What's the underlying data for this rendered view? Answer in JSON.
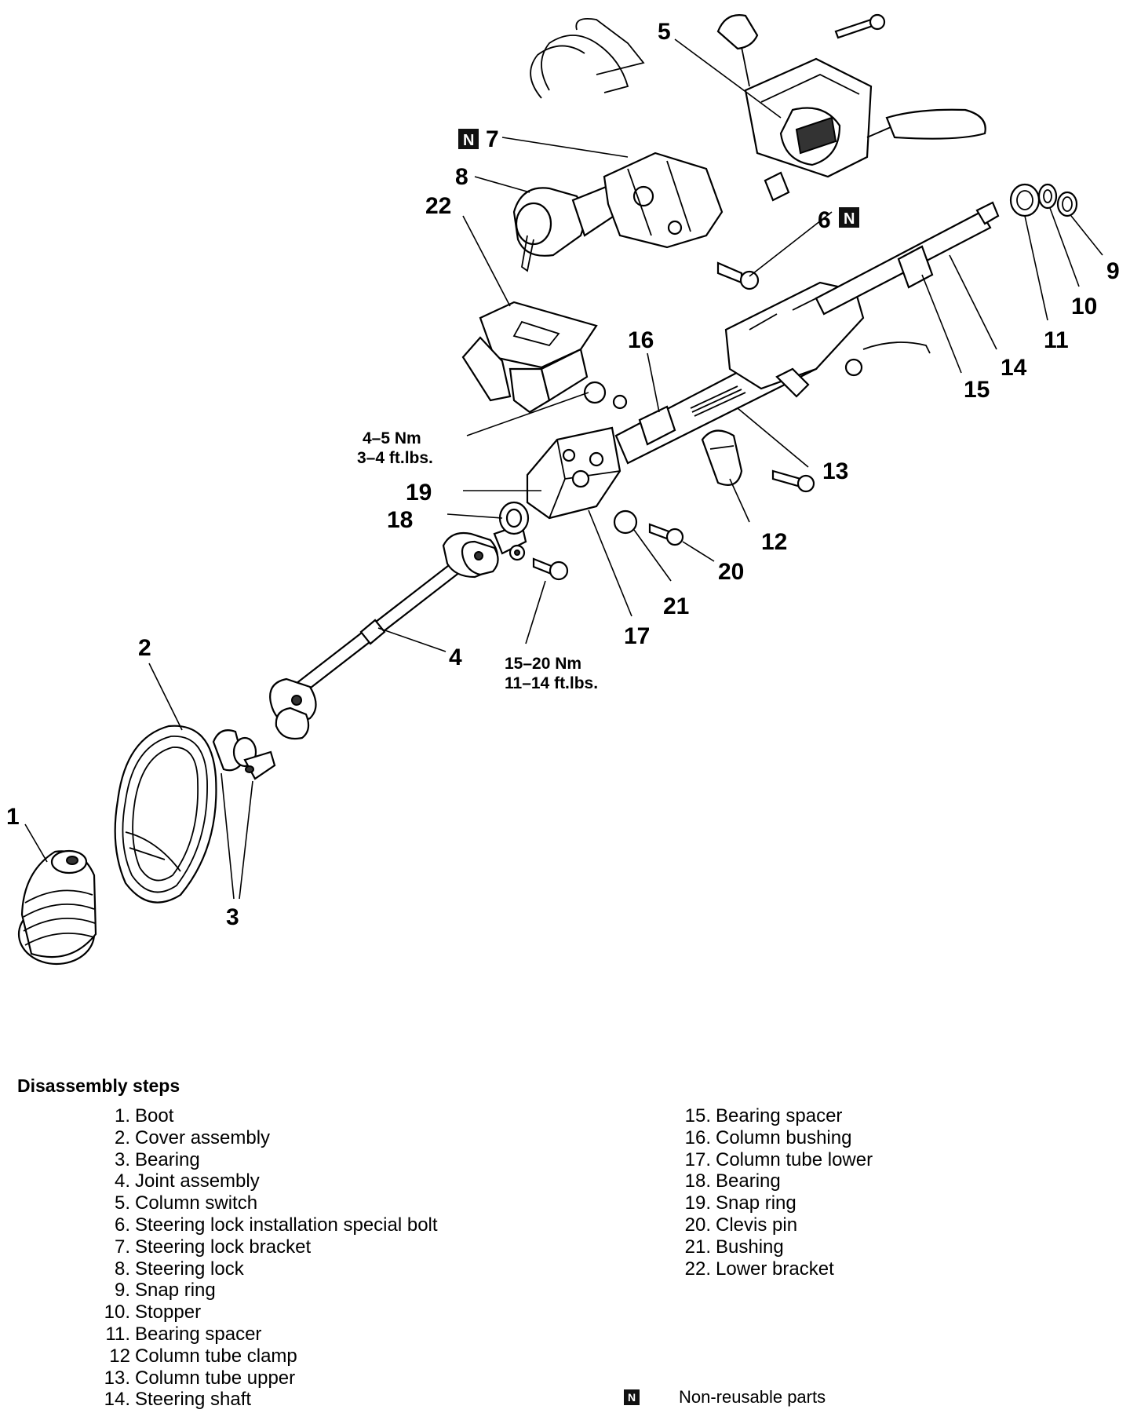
{
  "callouts": {
    "c1": "1",
    "c2": "2",
    "c3": "3",
    "c4": "4",
    "c5": "5",
    "c6": "6",
    "c7": "7",
    "c8": "8",
    "c9": "9",
    "c10": "10",
    "c11": "11",
    "c12": "12",
    "c13": "13",
    "c14": "14",
    "c15": "15",
    "c16": "16",
    "c17": "17",
    "c18": "18",
    "c19": "19",
    "c20": "20",
    "c21": "21",
    "c22": "22"
  },
  "nonreusable_mark": "N",
  "torque_specs": [
    {
      "metric": "4–5 Nm",
      "imperial": "3–4 ft.lbs."
    },
    {
      "metric": "15–20 Nm",
      "imperial": "11–14 ft.lbs."
    }
  ],
  "legend": {
    "title": "Disassembly steps",
    "steps_left": [
      {
        "num": "1.",
        "label": "Boot"
      },
      {
        "num": "2.",
        "label": "Cover assembly"
      },
      {
        "num": "3.",
        "label": "Bearing"
      },
      {
        "num": "4.",
        "label": "Joint assembly"
      },
      {
        "num": "5.",
        "label": "Column switch"
      },
      {
        "num": "6.",
        "label": "Steering lock installation special bolt"
      },
      {
        "num": "7.",
        "label": "Steering lock bracket"
      },
      {
        "num": "8.",
        "label": "Steering lock"
      },
      {
        "num": "9.",
        "label": "Snap ring"
      },
      {
        "num": "10.",
        "label": "Stopper"
      },
      {
        "num": "11.",
        "label": "Bearing spacer"
      },
      {
        "num": "12",
        "label": "Column tube clamp"
      },
      {
        "num": "13.",
        "label": "Column tube upper"
      },
      {
        "num": "14.",
        "label": "Steering shaft"
      }
    ],
    "steps_right": [
      {
        "num": "15.",
        "label": "Bearing spacer"
      },
      {
        "num": "16.",
        "label": "Column bushing"
      },
      {
        "num": "17.",
        "label": "Column tube lower"
      },
      {
        "num": "18.",
        "label": "Bearing"
      },
      {
        "num": "19.",
        "label": "Snap ring"
      },
      {
        "num": "20.",
        "label": "Clevis pin"
      },
      {
        "num": "21.",
        "label": "Bushing"
      },
      {
        "num": "22.",
        "label": "Lower bracket"
      }
    ],
    "nonreusable_label": "Non-reusable parts"
  }
}
